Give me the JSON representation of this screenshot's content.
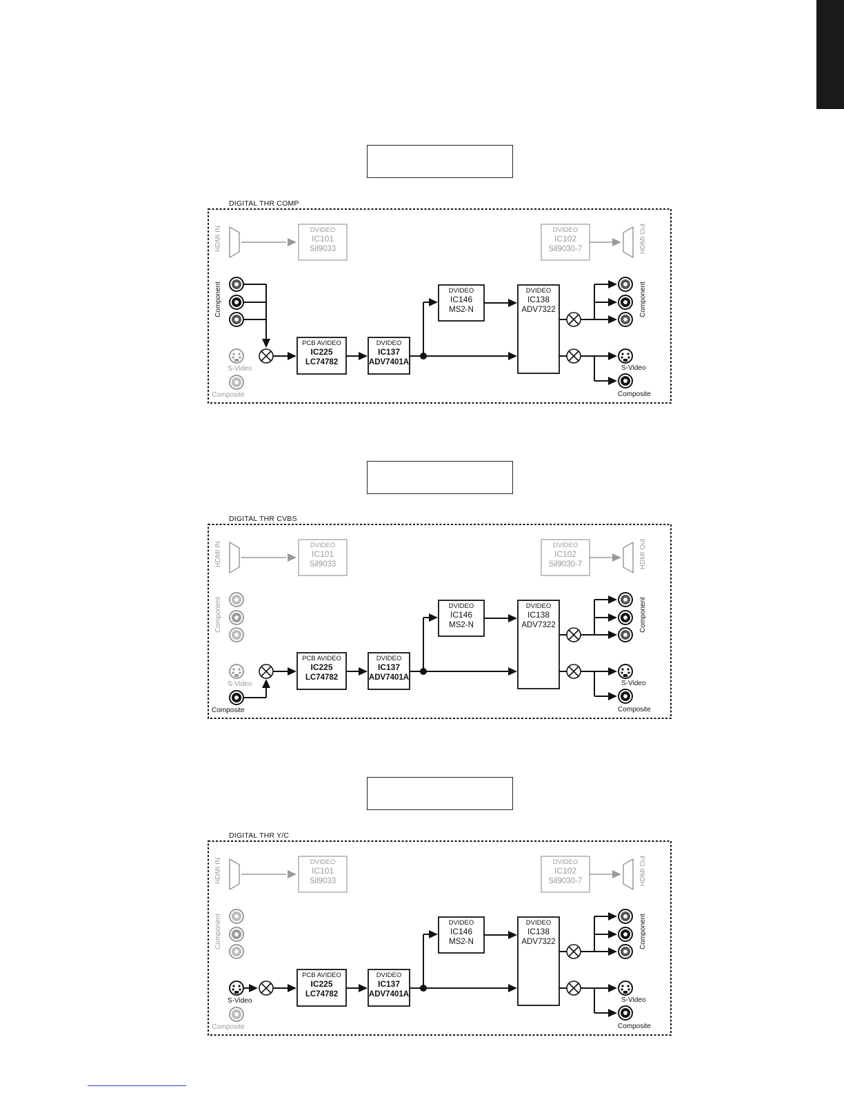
{
  "colors": {
    "active": "#111111",
    "inactive": "#9a9a9a",
    "page": "#ffffff",
    "tab": "#1a1a1a",
    "link_rule": "#2a3cc6"
  },
  "diagrams": [
    {
      "title": "DIGITAL THR COMP",
      "active_input": "component",
      "hdmi_in": {
        "label": "HDMI IN",
        "icon": "hdmi-connector-icon"
      },
      "hdmi_out": {
        "label": "HDMI Out",
        "icon": "hdmi-connector-icon"
      },
      "ic101": {
        "l1": "DVIDEO",
        "l2": "IC101",
        "l3": "Sil9033"
      },
      "ic102": {
        "l1": "DVIDEO",
        "l2": "IC102",
        "l3": "Sil9030-7"
      },
      "ic225": {
        "l1": "PCB AVIDEO",
        "l2": "IC225",
        "l3": "LC74782"
      },
      "ic137": {
        "l1": "DVIDEO",
        "l2": "IC137",
        "l3": "ADV7401A"
      },
      "ic146": {
        "l1": "DVIDEO",
        "l2": "IC146",
        "l3": "MS2-N"
      },
      "ic138": {
        "l1": "DVIDEO",
        "l2": "IC138",
        "l3": "ADV7322"
      },
      "in_component_label": "Component",
      "in_svideo_label": "S-Video",
      "in_composite_label": "Composite",
      "out_component_label": "Component",
      "out_svideo_label": "S-Video",
      "out_composite_label": "Composite"
    },
    {
      "title": "DIGITAL THR CVBS",
      "active_input": "composite",
      "hdmi_in": {
        "label": "HDMI IN",
        "icon": "hdmi-connector-icon"
      },
      "hdmi_out": {
        "label": "HDMI Out",
        "icon": "hdmi-connector-icon"
      },
      "ic101": {
        "l1": "DVIDEO",
        "l2": "IC101",
        "l3": "Sil9033"
      },
      "ic102": {
        "l1": "DVIDEO",
        "l2": "IC102",
        "l3": "Sil9030-7"
      },
      "ic225": {
        "l1": "PCB AVIDEO",
        "l2": "IC225",
        "l3": "LC74782"
      },
      "ic137": {
        "l1": "DVIDEO",
        "l2": "IC137",
        "l3": "ADV7401A"
      },
      "ic146": {
        "l1": "DVIDEO",
        "l2": "IC146",
        "l3": "MS2-N"
      },
      "ic138": {
        "l1": "DVIDEO",
        "l2": "IC138",
        "l3": "ADV7322"
      },
      "in_component_label": "Component",
      "in_svideo_label": "S-Video",
      "in_composite_label": "Composite",
      "out_component_label": "Component",
      "out_svideo_label": "S-Video",
      "out_composite_label": "Composite"
    },
    {
      "title": "DIGITAL THR Y/C",
      "active_input": "svideo",
      "hdmi_in": {
        "label": "HDMI IN",
        "icon": "hdmi-connector-icon"
      },
      "hdmi_out": {
        "label": "HDMI Out",
        "icon": "hdmi-connector-icon"
      },
      "ic101": {
        "l1": "DVIDEO",
        "l2": "IC101",
        "l3": "Sil9033"
      },
      "ic102": {
        "l1": "DVIDEO",
        "l2": "IC102",
        "l3": "Sil9030-7"
      },
      "ic225": {
        "l1": "PCB AVIDEO",
        "l2": "IC225",
        "l3": "LC74782"
      },
      "ic137": {
        "l1": "DVIDEO",
        "l2": "IC137",
        "l3": "ADV7401A"
      },
      "ic146": {
        "l1": "DVIDEO",
        "l2": "IC146",
        "l3": "MS2-N"
      },
      "ic138": {
        "l1": "DVIDEO",
        "l2": "IC138",
        "l3": "ADV7322"
      },
      "in_component_label": "Component",
      "in_svideo_label": "S-Video",
      "in_composite_label": "Composite",
      "out_component_label": "Component",
      "out_svideo_label": "S-Video",
      "out_composite_label": "Composite"
    }
  ]
}
